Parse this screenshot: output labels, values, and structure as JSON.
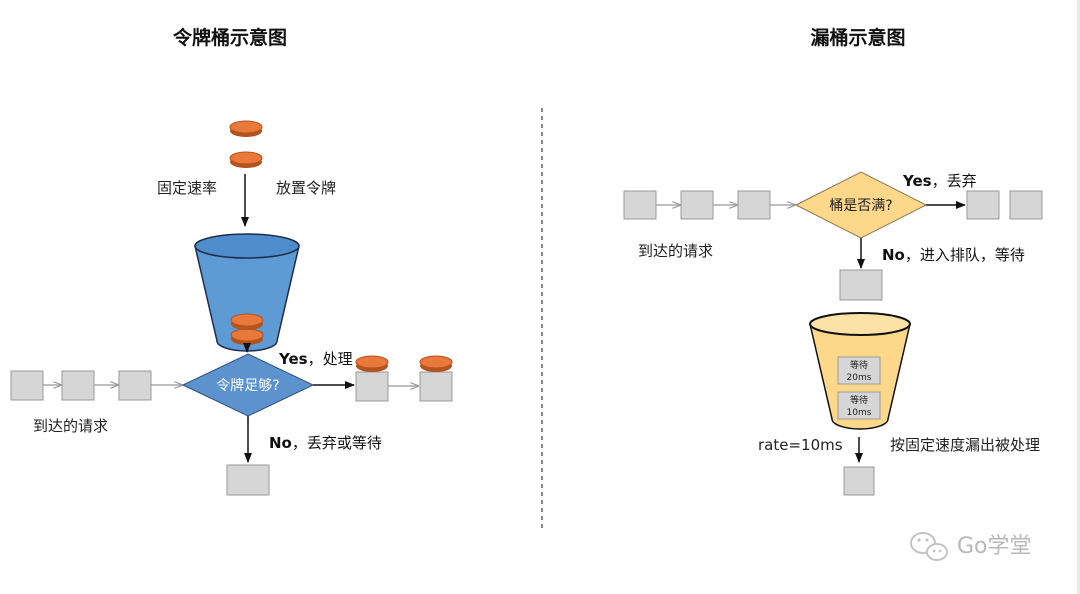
{
  "token_bucket": {
    "title": "令牌桶示意图",
    "rate_label": "固定速率",
    "put_label": "放置令牌",
    "decision": "令牌足够?",
    "yes_bold": "Yes",
    "yes_text": "，处理",
    "no_bold": "No",
    "no_text": "，丢弃或等待",
    "requests_label": "到达的请求"
  },
  "leaky_bucket": {
    "title": "漏桶示意图",
    "decision": "桶是否满?",
    "yes_bold": "Yes",
    "yes_text": "，丢弃",
    "no_bold": "No",
    "no_text": "，进入排队，等待",
    "requests_label": "到达的请求",
    "queue_1_label": "等待",
    "queue_1_time": "20ms",
    "queue_2_label": "等待",
    "queue_2_time": "10ms",
    "rate_label": "rate=10ms",
    "output_label": "按固定速度漏出被处理"
  },
  "watermark": {
    "text": "Go学堂",
    "icon": "wechat-icon"
  },
  "colors": {
    "token": "#e8793a",
    "token_edge": "#b3531d",
    "bucket_blue": "#5e9bd5",
    "diamond_blue": "#5c93cf",
    "bucket_yellow": "#fdd88b",
    "box_gray": "#d6d6d6"
  }
}
